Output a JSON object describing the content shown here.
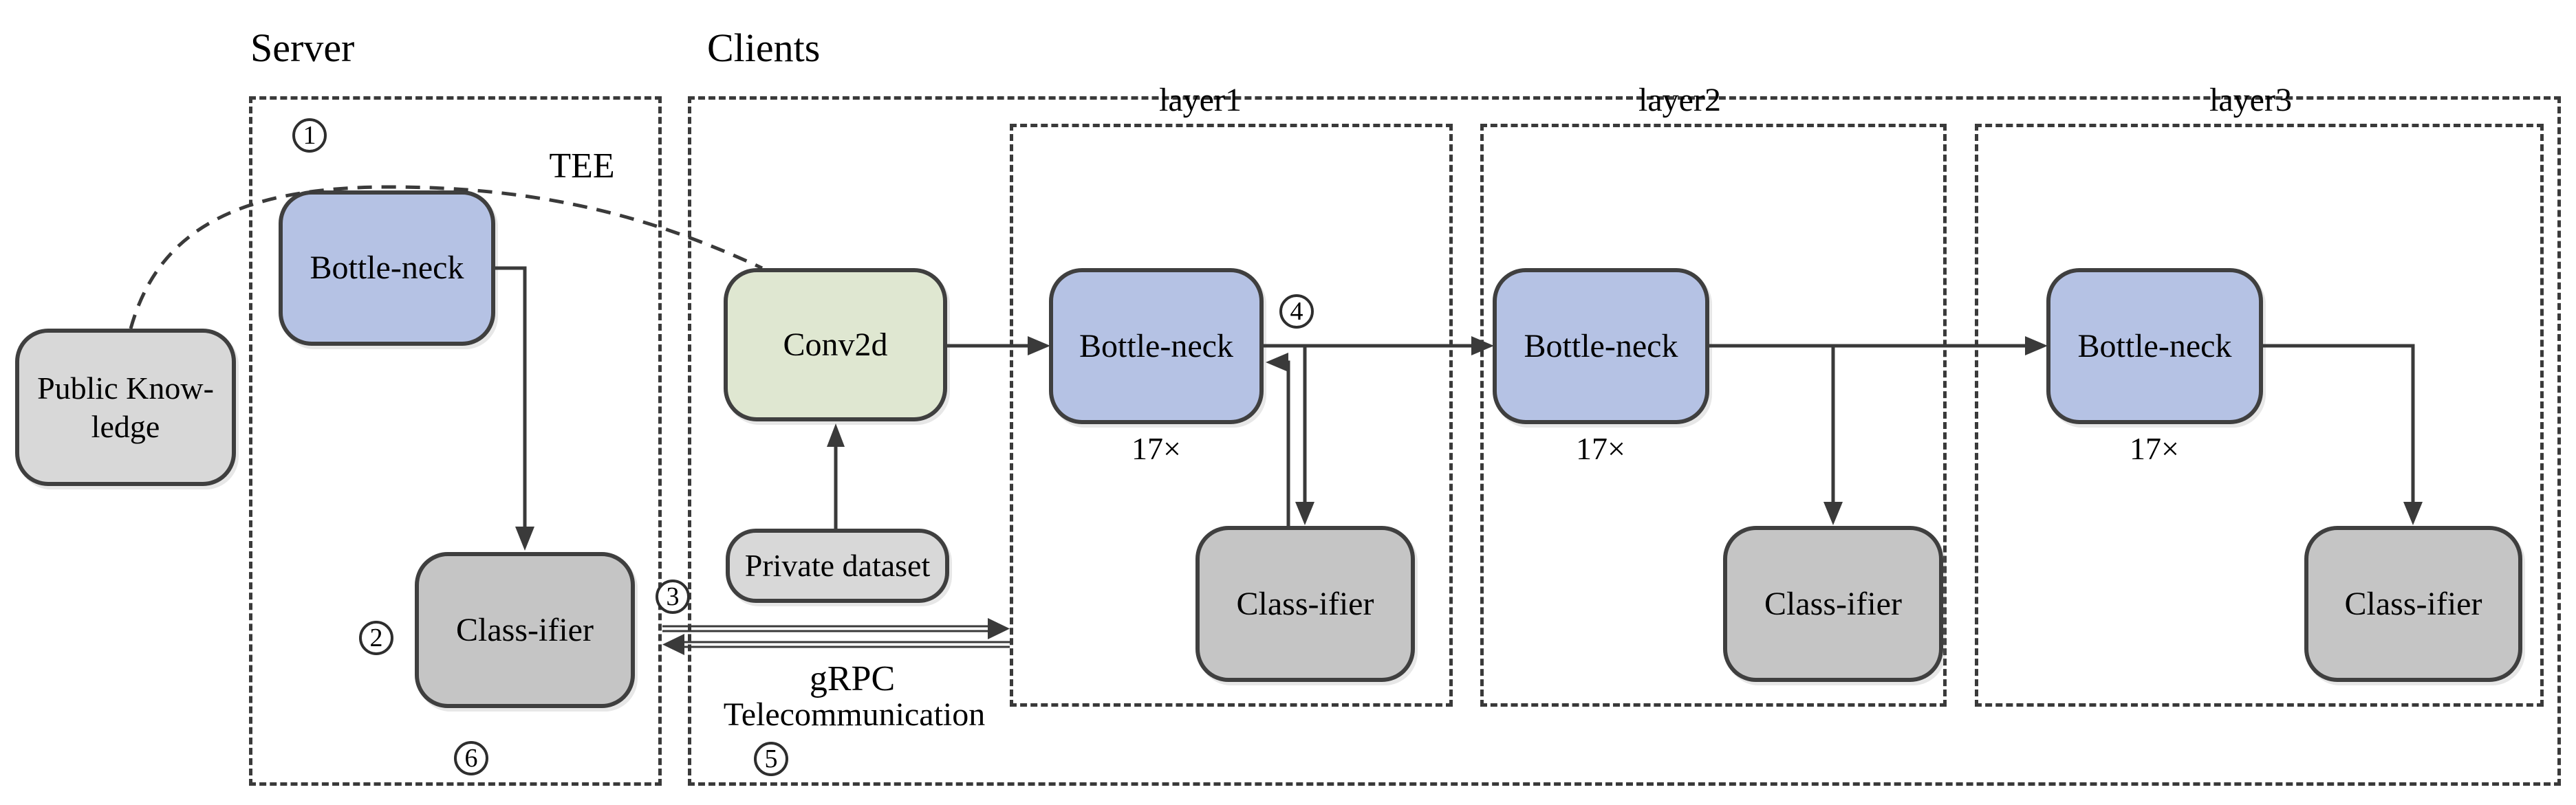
{
  "sections": {
    "server_label": "Server",
    "clients_label": "Clients",
    "tee_label": "TEE"
  },
  "public_knowledge": {
    "line1": "Public Know-",
    "line2": "ledge"
  },
  "server": {
    "bottleneck": "Bottle-neck",
    "classifier": "Class-ifier"
  },
  "client_input": {
    "conv": "Conv2d",
    "private_dataset": "Private dataset"
  },
  "grpc": {
    "line1": "gRPC",
    "line2": "Telecommunication"
  },
  "layers": [
    {
      "label": "layer1",
      "bottleneck": "Bottle-neck",
      "repeat": "17×",
      "classifier": "Class-ifier"
    },
    {
      "label": "layer2",
      "bottleneck": "Bottle-neck",
      "repeat": "17×",
      "classifier": "Class-ifier"
    },
    {
      "label": "layer3",
      "bottleneck": "Bottle-neck",
      "repeat": "17×",
      "classifier": "Class-ifier"
    }
  ],
  "steps": {
    "s1": "1",
    "s2": "2",
    "s3": "3",
    "s4": "4",
    "s5": "5",
    "s6": "6"
  },
  "colors": {
    "bottleneck_fill": "#b5c2e4",
    "conv_fill": "#dfe7d1",
    "classifier_fill": "#c5c5c5",
    "dataset_fill": "#d8d8d8",
    "line": "#3a3a3a"
  }
}
